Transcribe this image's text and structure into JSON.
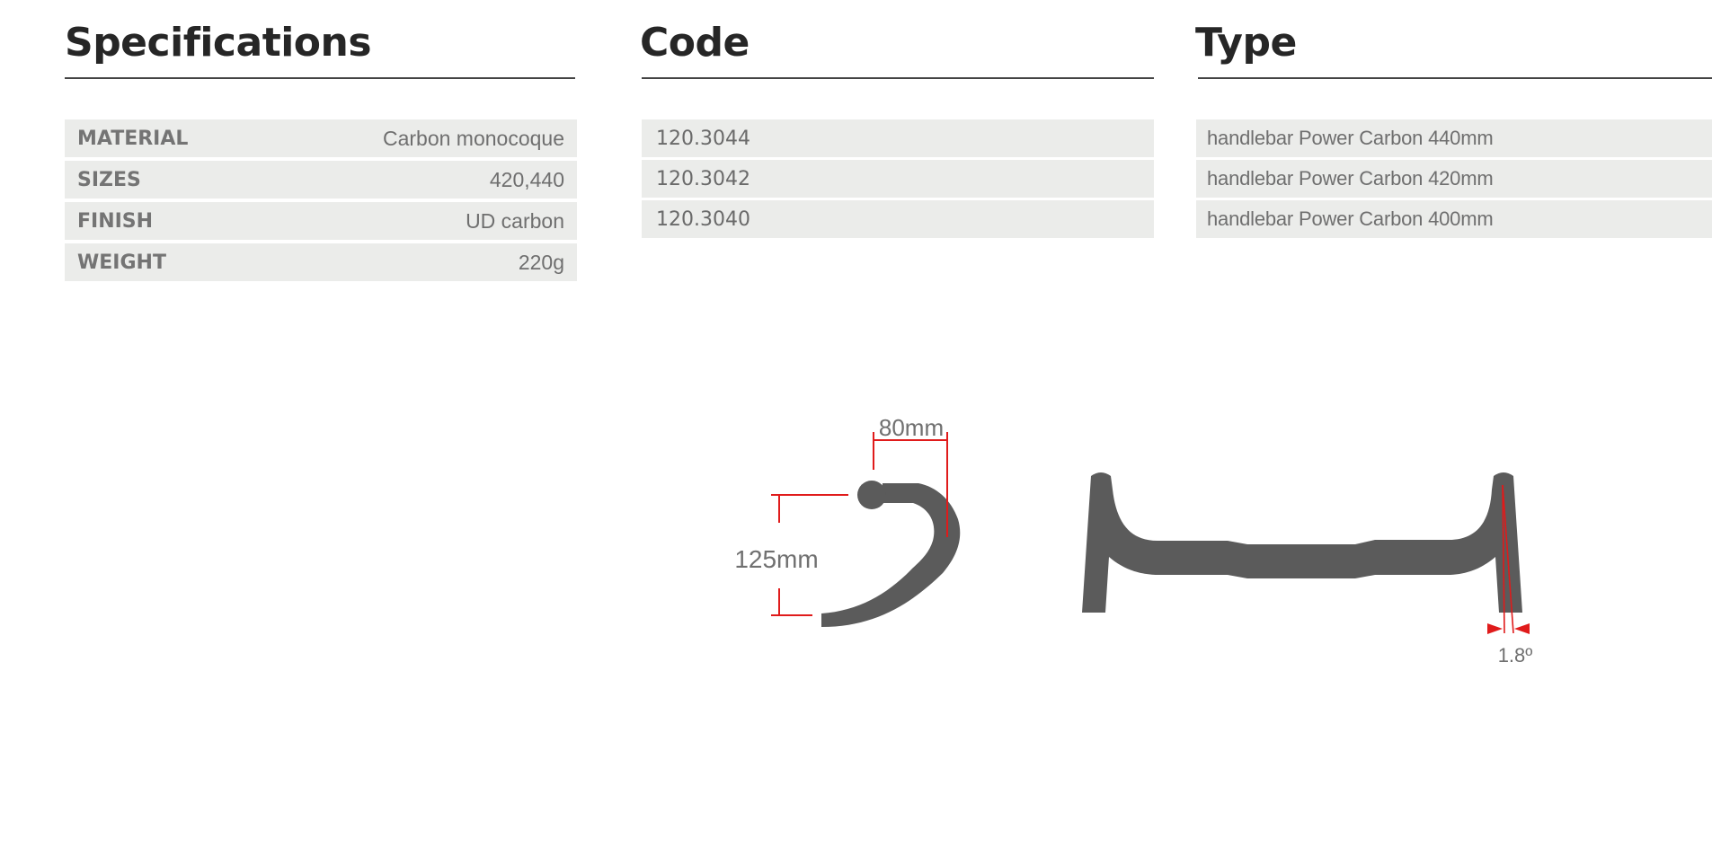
{
  "specifications": {
    "title": "Specifications",
    "rows": [
      {
        "label": "MATERIAL",
        "value": "Carbon monocoque"
      },
      {
        "label": "SIZES",
        "value": "420,440"
      },
      {
        "label": "FINISH",
        "value": "UD carbon"
      },
      {
        "label": "WEIGHT",
        "value": "220g"
      }
    ]
  },
  "code": {
    "title": "Code",
    "rows": [
      "120.3044",
      "120.3042",
      "120.3040"
    ]
  },
  "type": {
    "title": "Type",
    "rows": [
      "handlebar Power Carbon 440mm",
      "handlebar Power Carbon 420mm",
      "handlebar Power Carbon 400mm"
    ]
  },
  "drawing": {
    "reach_label": "80mm",
    "drop_label": "125mm",
    "flare_label": "1.8º",
    "bar_color": "#5b5b5b",
    "dimension_color": "#e01b1b"
  }
}
